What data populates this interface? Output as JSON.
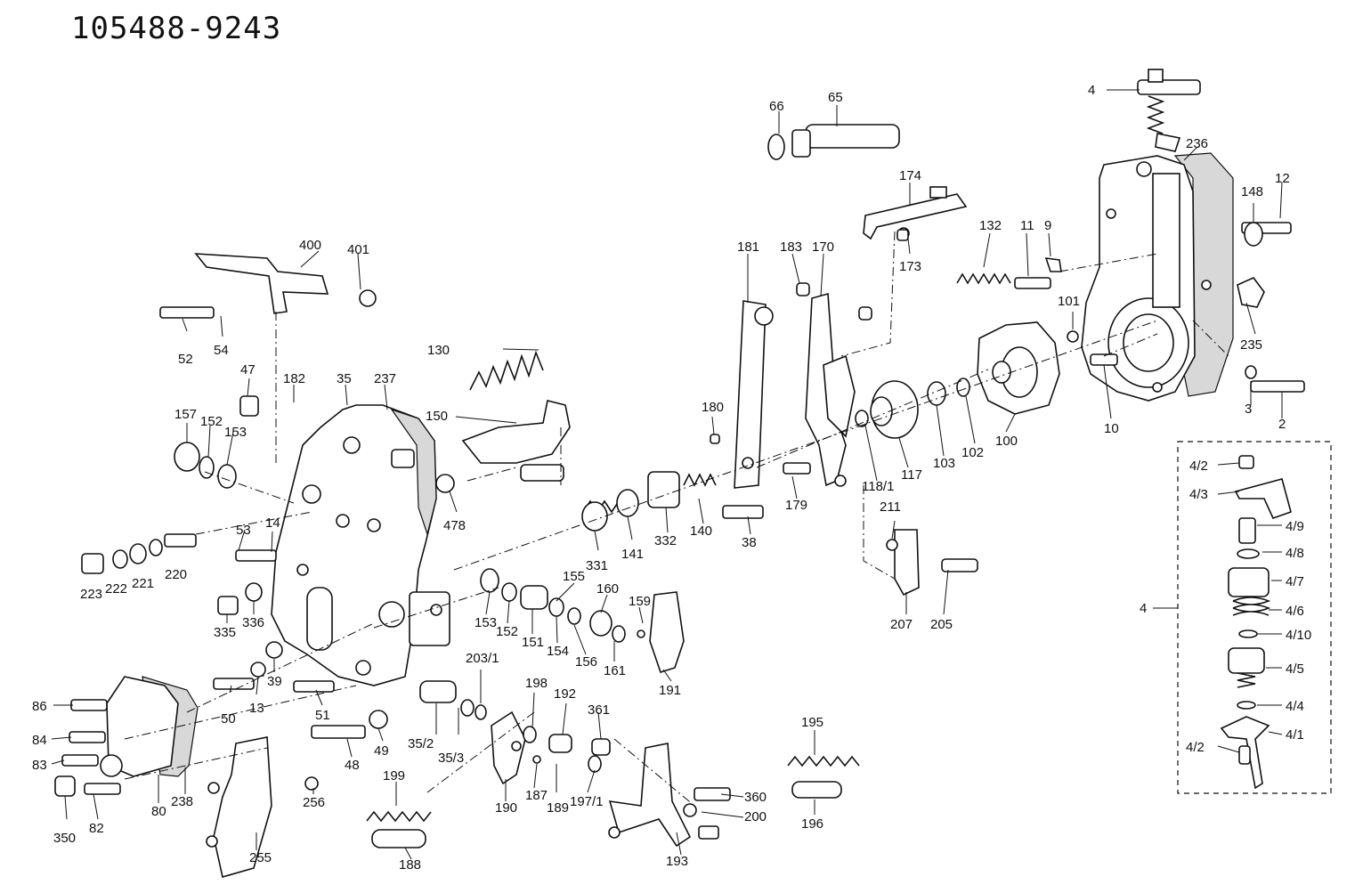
{
  "title": "105488-9243",
  "labels": {
    "l4": "4",
    "l236": "236",
    "l148": "148",
    "l12": "12",
    "l66": "66",
    "l65": "65",
    "l174": "174",
    "l132": "132",
    "l11": "11",
    "l9": "9",
    "l181": "181",
    "l183": "183",
    "l170": "170",
    "l173": "173",
    "l400": "400",
    "l401": "401",
    "l52": "52",
    "l54": "54",
    "l130": "130",
    "l47": "47",
    "l182": "182",
    "l35": "35",
    "l237": "237",
    "l157": "157",
    "l152a": "152",
    "l153a": "153",
    "l150": "150",
    "l478": "478",
    "l101": "101",
    "l235": "235",
    "l3": "3",
    "l2": "2",
    "l10": "10",
    "l100": "100",
    "l102": "102",
    "l103": "103",
    "l117": "117",
    "l118_1": "118/1",
    "l180": "180",
    "l179": "179",
    "l38": "38",
    "l140": "140",
    "l332": "332",
    "l141": "141",
    "l331": "331",
    "l53": "53",
    "l14": "14",
    "l223": "223",
    "l222": "222",
    "l221": "221",
    "l220": "220",
    "l211": "211",
    "l207": "207",
    "l205": "205",
    "l155": "155",
    "l160": "160",
    "l159": "159",
    "l153b": "153",
    "l152b": "152",
    "l151": "151",
    "l154": "154",
    "l156": "156",
    "l161": "161",
    "l191": "191",
    "l335": "335",
    "l336": "336",
    "l50": "50",
    "l13": "13",
    "l39": "39",
    "l51": "51",
    "l203_1": "203/1",
    "l86": "86",
    "l84": "84",
    "l83": "83",
    "l350": "350",
    "l82": "82",
    "l80": "80",
    "l238": "238",
    "l48": "48",
    "l49": "49",
    "l35_2": "35/2",
    "l35_3": "35/3",
    "l198": "198",
    "l192": "192",
    "l361": "361",
    "l190": "190",
    "l187": "187",
    "l189": "189",
    "l197_1": "197/1",
    "l360": "360",
    "l200": "200",
    "l193": "193",
    "l195": "195",
    "l196": "196",
    "l199": "199",
    "l188": "188",
    "l256": "256",
    "l255": "255",
    "l4_2a": "4/2",
    "l4_3": "4/3",
    "l4_9": "4/9",
    "l4_8": "4/8",
    "l4_7": "4/7",
    "l4_6": "4/6",
    "l4_10": "4/10",
    "l4_5": "4/5",
    "l4_4": "4/4",
    "l4_1": "4/1",
    "l4_2b": "4/2",
    "l4box": "4"
  }
}
